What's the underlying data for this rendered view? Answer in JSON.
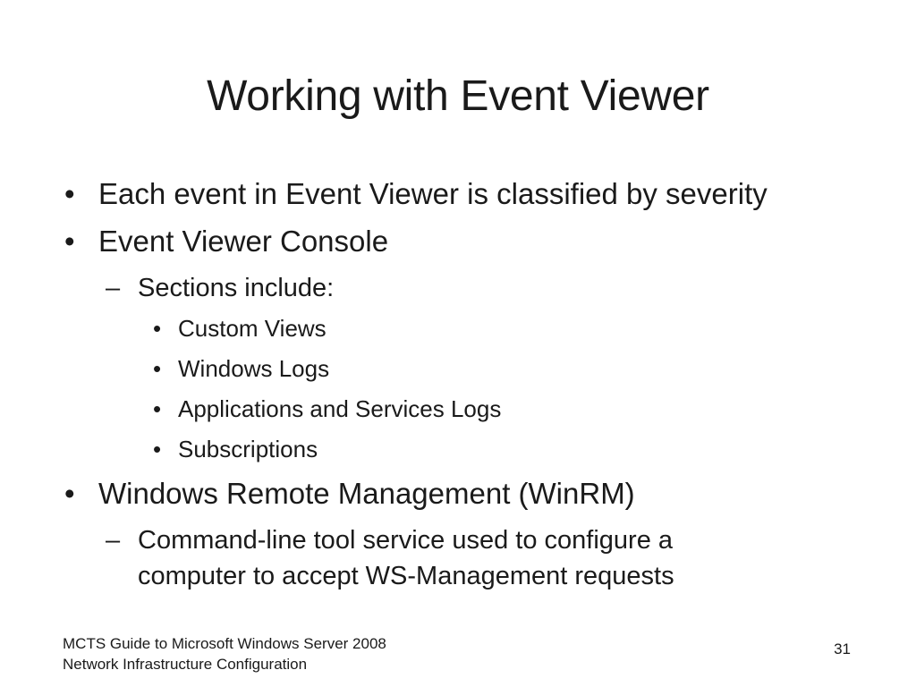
{
  "slide": {
    "title": "Working with Event Viewer",
    "bullets": [
      {
        "level": 1,
        "marker": "•",
        "text": "Each event in Event Viewer is classified by severity"
      },
      {
        "level": 1,
        "marker": "•",
        "text": "Event Viewer Console"
      },
      {
        "level": 2,
        "marker": "–",
        "text": "Sections include:"
      },
      {
        "level": 3,
        "marker": "•",
        "text": "Custom Views"
      },
      {
        "level": 3,
        "marker": "•",
        "text": "Windows Logs"
      },
      {
        "level": 3,
        "marker": "•",
        "text": "Applications and Services Logs"
      },
      {
        "level": 3,
        "marker": "•",
        "text": "Subscriptions"
      },
      {
        "level": 1,
        "marker": "•",
        "text": "Windows Remote Management (WinRM)"
      },
      {
        "level": 2,
        "marker": "–",
        "text": "Command-line tool service used to configure a"
      },
      {
        "level": 2,
        "marker": "",
        "text": "computer to accept WS-Management requests"
      }
    ]
  },
  "footer": {
    "line1": "MCTS Guide to Microsoft Windows Server 2008",
    "line2": "Network Infrastructure Configuration",
    "page_number": "31"
  }
}
